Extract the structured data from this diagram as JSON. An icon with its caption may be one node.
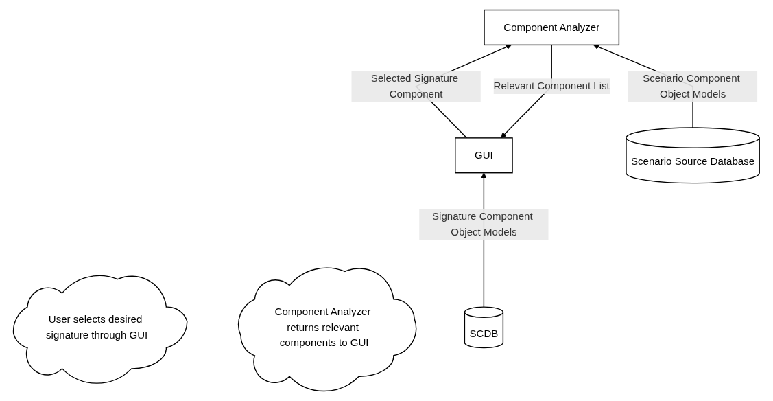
{
  "diagram": {
    "nodes": [
      {
        "text": [
          "User selects desired signature through GUI"
        ]
      },
      {
        "text": [
          "GUI"
        ]
      },
      {
        "text": [
          "Component Analyzer"
        ]
      },
      {
        "text": [
          "Component Analyzer returns relevant components to GUI"
        ]
      },
      {
        "text": [
          "SCDB"
        ]
      },
      {
        "text": [
          "Scenario Source Database"
        ]
      }
    ],
    "edges": [
      {
        "from": 2,
        "to": 1,
        "arrow": "to",
        "label": "Relevant Component List"
      },
      {
        "from": 1,
        "to": 2,
        "arrow": "to",
        "label": "Selected Signature Component"
      },
      {
        "from": 4,
        "to": 1,
        "arrow": "to",
        "label": "Signature Component Object Models"
      },
      {
        "from": 5,
        "to": 2,
        "arrow": "to",
        "label": "Scenario Component Object Models"
      }
    ]
  }
}
